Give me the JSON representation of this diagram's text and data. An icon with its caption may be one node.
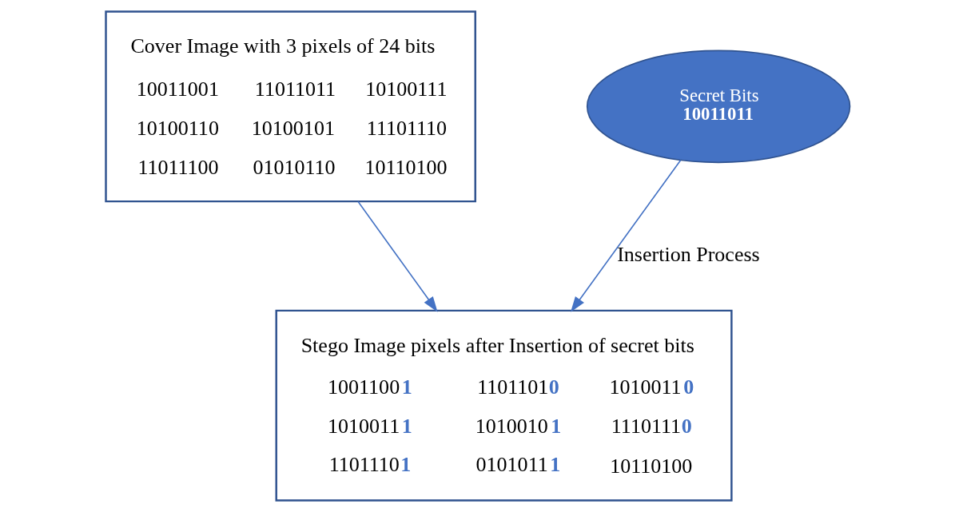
{
  "diagram": {
    "nodes": [
      {
        "text": [
          "Cover Image with 3 pixels of 24 bits",
          "10011001 11011011 10100111",
          "10100110 10100101 11101110",
          "11011100 01010110 10110100"
        ]
      },
      {
        "text": [
          "Stego Image pixels after Insertion of secret bits",
          "1001100**1** 1101101**0** 1010011**0**",
          "1010011**1** 1010010**1** 1110111**0**",
          "1101110**1** 0101011**1** 10110100"
        ]
      },
      {
        "text": [
          "Secret Bits",
          "10011011"
        ]
      }
    ],
    "edges": [
      {
        "from": 0,
        "to": 1,
        "arrow": "to"
      },
      {
        "from": 2,
        "to": 1,
        "arrow": "to",
        "label": "Insertion Process"
      }
    ]
  }
}
